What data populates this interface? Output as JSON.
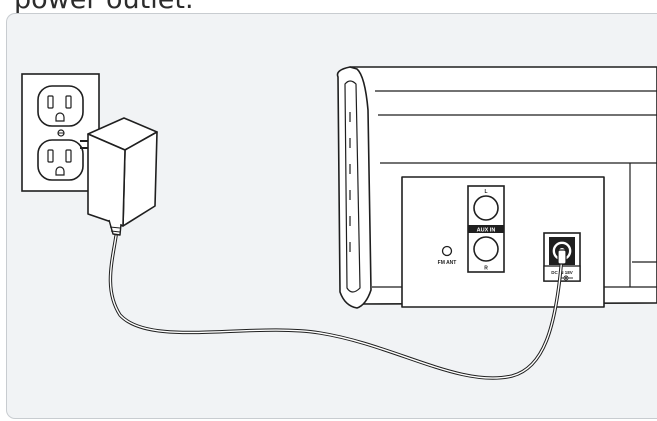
{
  "caption": "power outlet.",
  "labels": {
    "aux_l": "L",
    "aux_in": "AUX IN",
    "aux_r": "R",
    "fm_ant": "FM ANT",
    "dc_in": "DC IN 18V"
  },
  "colors": {
    "panel_background": "#f1f3f5",
    "panel_border": "#c8ccd0",
    "line_art": "#1f1f1f",
    "device_fill": "#ffffff"
  }
}
